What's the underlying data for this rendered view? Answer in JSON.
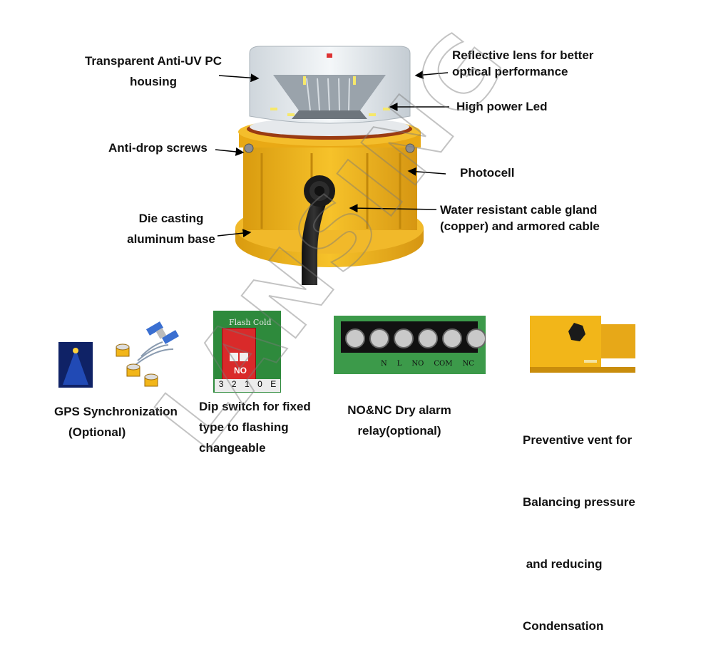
{
  "callouts": {
    "housing": [
      "Transparent Anti-UV PC",
      "housing"
    ],
    "reflective": [
      "Reflective lens for better",
      "optical performance"
    ],
    "led": [
      "High power Led"
    ],
    "screws": [
      "Anti-drop screws"
    ],
    "photocell": [
      "Photocell"
    ],
    "base": [
      "Die casting",
      "aluminum base"
    ],
    "gland": [
      "Water resistant cable gland",
      "(copper) and armored cable"
    ]
  },
  "features": {
    "gps": [
      "GPS Synchronization",
      "(Optional)"
    ],
    "dip": [
      "Dip switch for fixed",
      "type to flashing",
      "changeable"
    ],
    "relay": [
      "NO&NC Dry alarm",
      "relay(optional)"
    ],
    "vent": [
      "Preventive vent for",
      "Balancing pressure",
      " and reducing",
      "Condensation"
    ]
  },
  "dip_image": {
    "top_text": "Flash Cold",
    "no_text": "NO",
    "bottom_digits": [
      "3",
      "2",
      "1",
      "0",
      "E"
    ]
  },
  "relay_image": {
    "terminal_labels": [
      "N",
      "L",
      "NO",
      "COM",
      "NC"
    ]
  },
  "watermark": "LANSING",
  "colors": {
    "housing_yellow": "#f2b619",
    "dark_yellow": "#c98d0c",
    "pcb_green": "#2e8a3c",
    "dip_red": "#d92a2a"
  },
  "icons": {
    "gps": "satellite-icon",
    "arrow": "arrow-icon"
  }
}
